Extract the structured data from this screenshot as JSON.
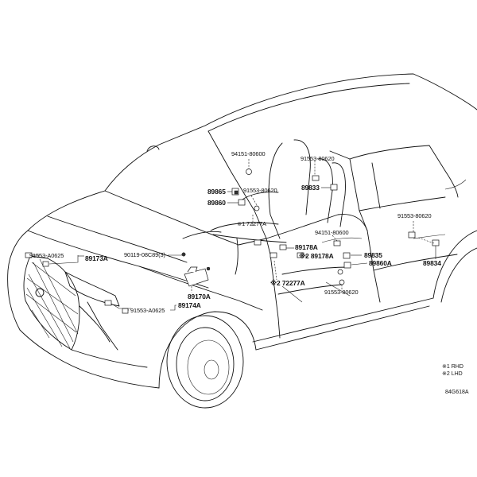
{
  "callouts": {
    "c1": "91553-A0625",
    "c2": "89173A",
    "c3": "90119-08C89(3)",
    "c4": "89170A",
    "c5": "91553-A0625",
    "c6": "89174A",
    "c7": "94151-80600",
    "c8": "89865",
    "c9": "89860",
    "c10": "91553-80620",
    "c11": "※1 72277A",
    "c12": "91553-80620",
    "c13": "89833",
    "c14": "94151-80600",
    "c15": "89178A",
    "c16": "※2 89178A",
    "c17": "89835",
    "c18": "89860A",
    "c19": "※2 72277A",
    "c20": "91553-80620",
    "c21": "91553-80620",
    "c22": "89834"
  },
  "legend": {
    "line1": "※1 RHD",
    "line2": "※2 LHD"
  },
  "drawing_code": "84G618A",
  "colors": {
    "ink": "#111111",
    "paper": "#ffffff"
  }
}
